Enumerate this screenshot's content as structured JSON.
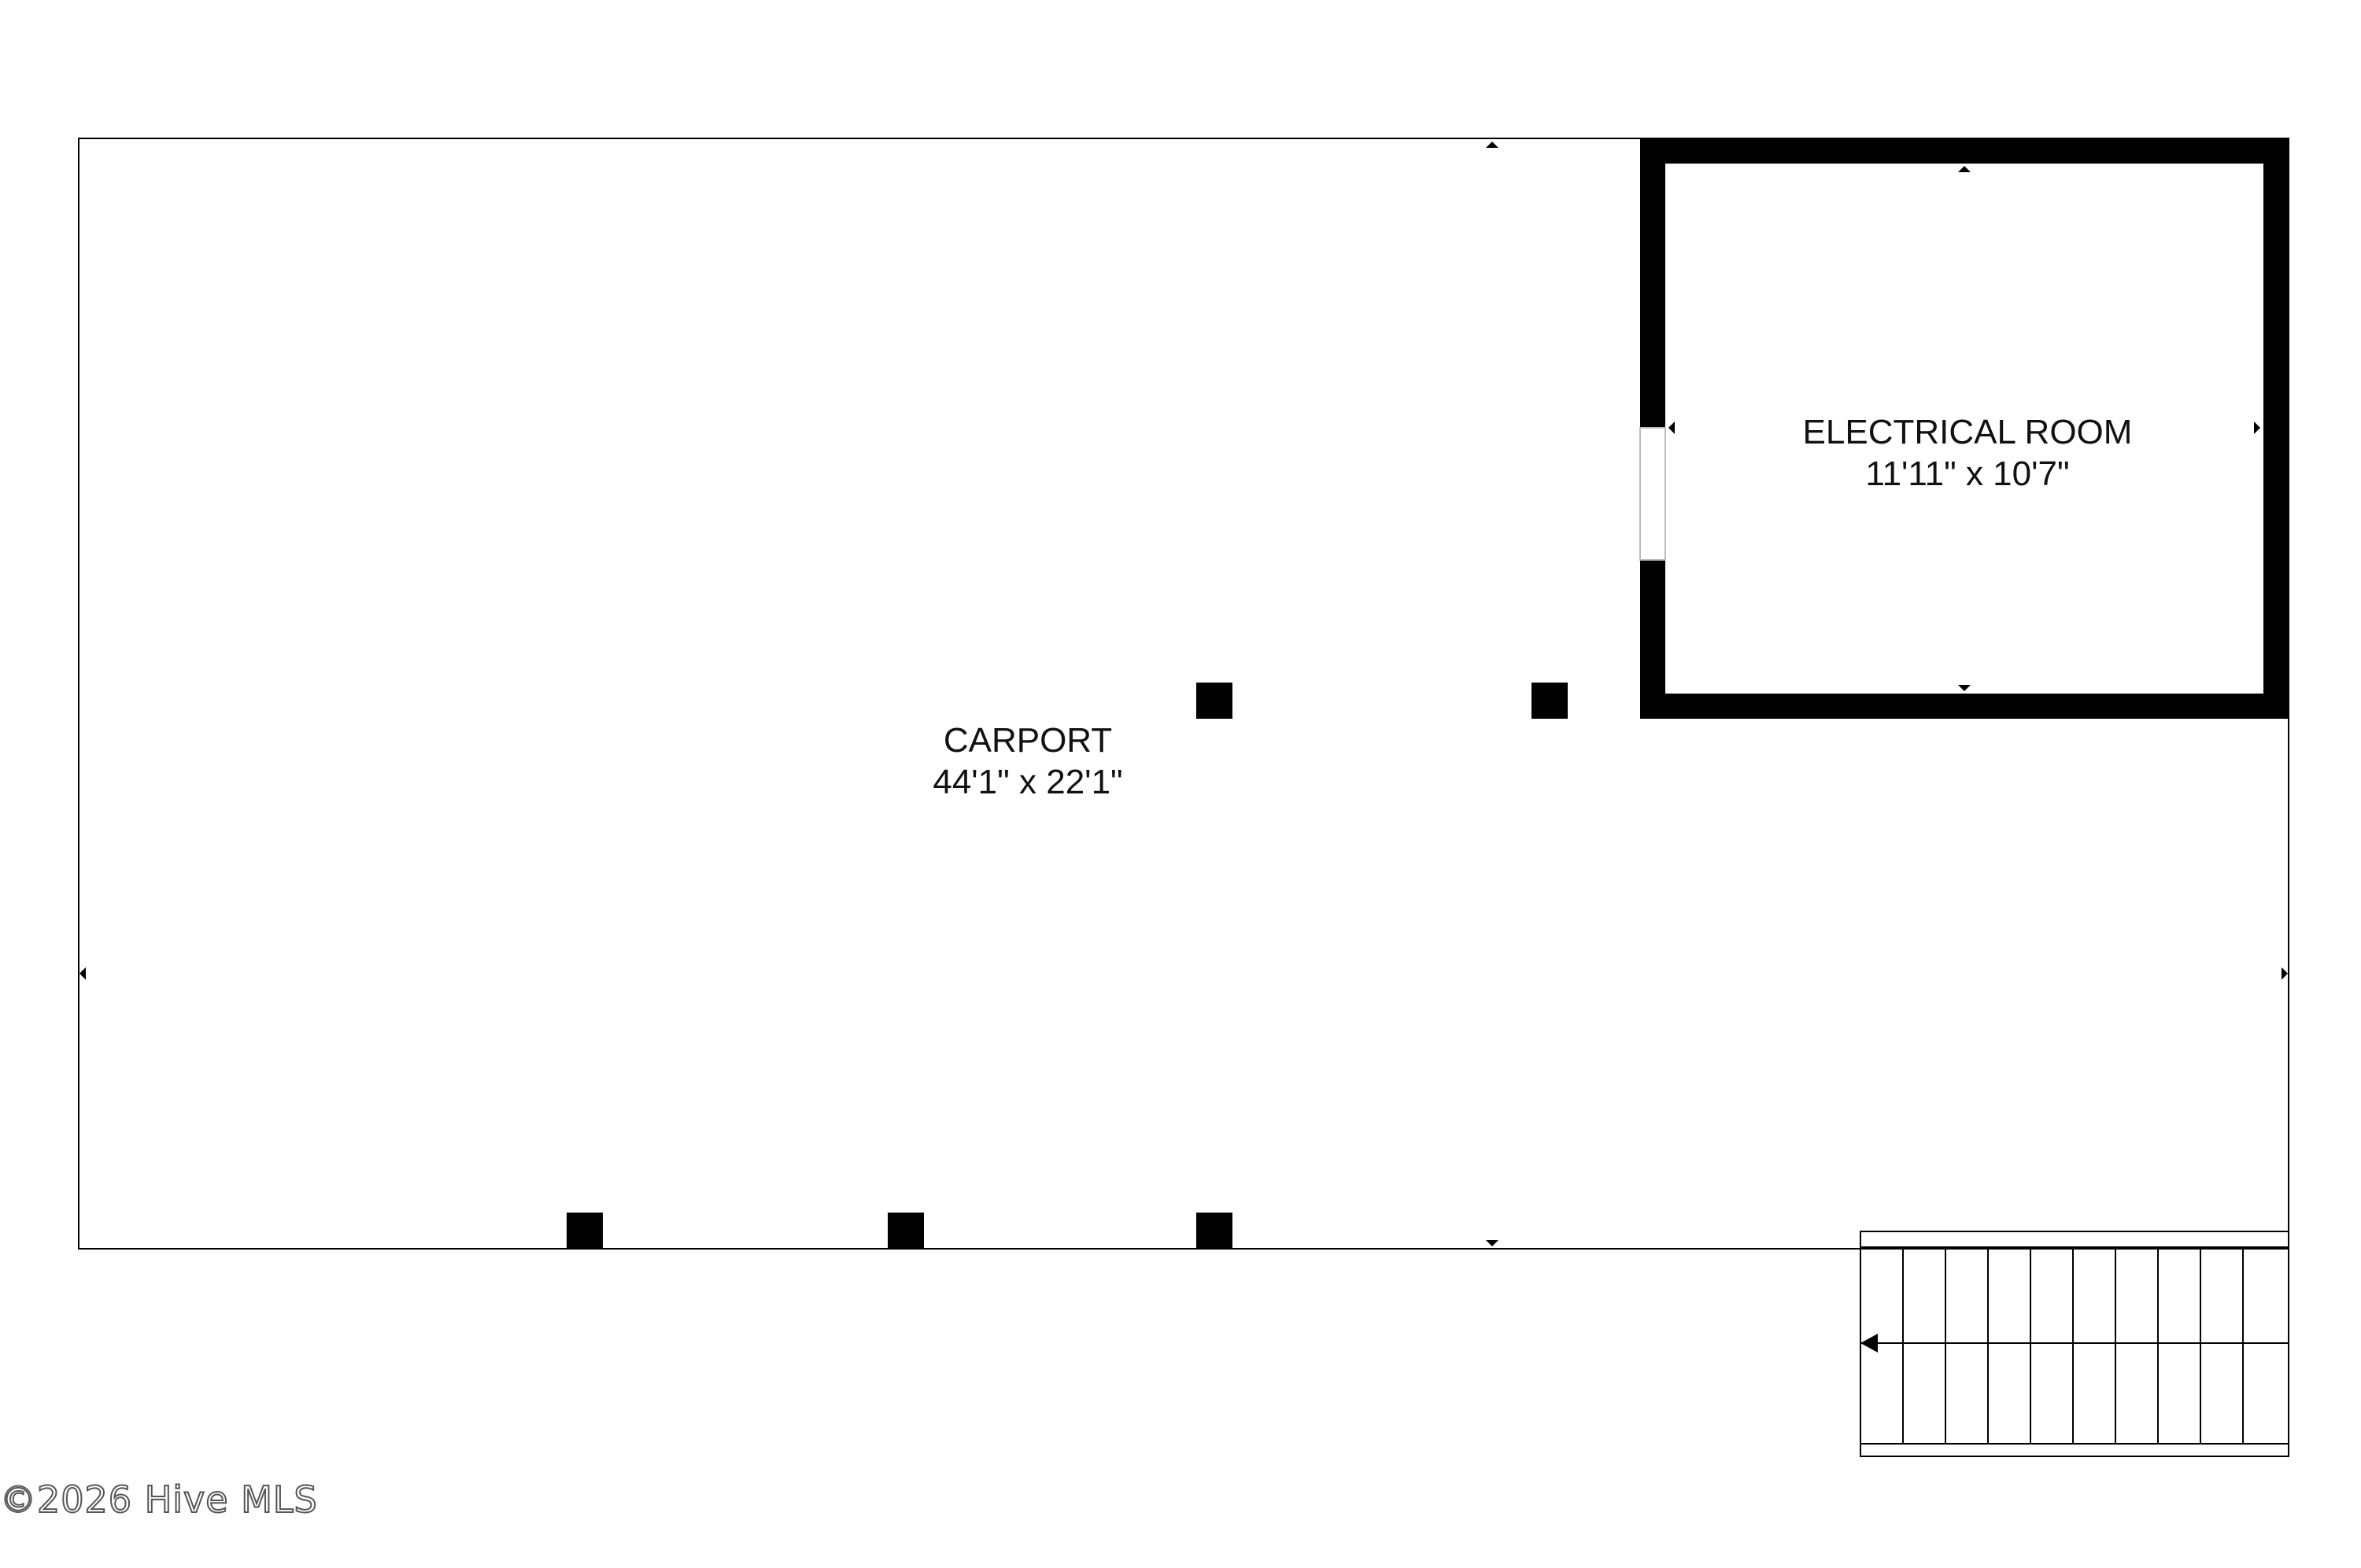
{
  "rooms": {
    "carport": {
      "name": "CARPORT",
      "dimensions": "44'1\" x 22'1\""
    },
    "electrical_room": {
      "name": "ELECTRICAL ROOM",
      "dimensions": "11'11\" x 10'7\""
    }
  },
  "watermark": "©2026 Hive MLS",
  "colors": {
    "wall": "#000000",
    "background": "#ffffff",
    "text": "#111111"
  }
}
